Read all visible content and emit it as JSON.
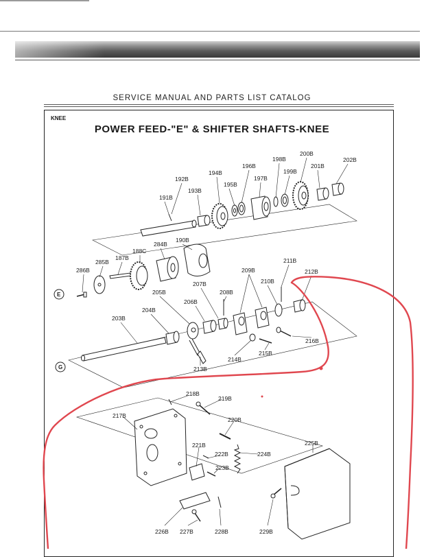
{
  "document": {
    "running_header": "SERVICE MANUAL AND PARTS LIST CATALOG",
    "section_label": "KNEE",
    "plate_title": "POWER FEED-\"E\" & SHIFTER SHAFTS-KNEE",
    "assembly_markers": [
      "E",
      "G"
    ]
  },
  "parts": {
    "p191B": "191B",
    "p192B": "192B",
    "p193B": "193B",
    "p194B": "194B",
    "p195B": "195B",
    "p196B": "196B",
    "p197B": "197B",
    "p198B": "198B",
    "p199B": "199B",
    "p200B": "200B",
    "p201B": "201B",
    "p202B": "202B",
    "p190B": "190B",
    "p284B": "284B",
    "p188C": "188C",
    "p187B": "187B",
    "p285B": "285B",
    "p286B": "286B",
    "p211B": "211B",
    "p212B": "212B",
    "p209B": "209B",
    "p210B": "210B",
    "p207B": "207B",
    "p208B": "208B",
    "p205B": "205B",
    "p206B": "206B",
    "p204B": "204B",
    "p203B": "203B",
    "p216B": "216B",
    "p215B": "215B",
    "p214B": "214B",
    "p213B": "213B",
    "p218B": "218B",
    "p219B": "219B",
    "p217B": "217B",
    "p220B": "220B",
    "p221B": "221B",
    "p222B": "222B",
    "p223B": "223B",
    "p224B": "224B",
    "p225B": "225B",
    "p226B": "226B",
    "p227B": "227B",
    "p228B": "228B",
    "p229B": "229B"
  },
  "annotation": {
    "color": "#e0474f"
  }
}
